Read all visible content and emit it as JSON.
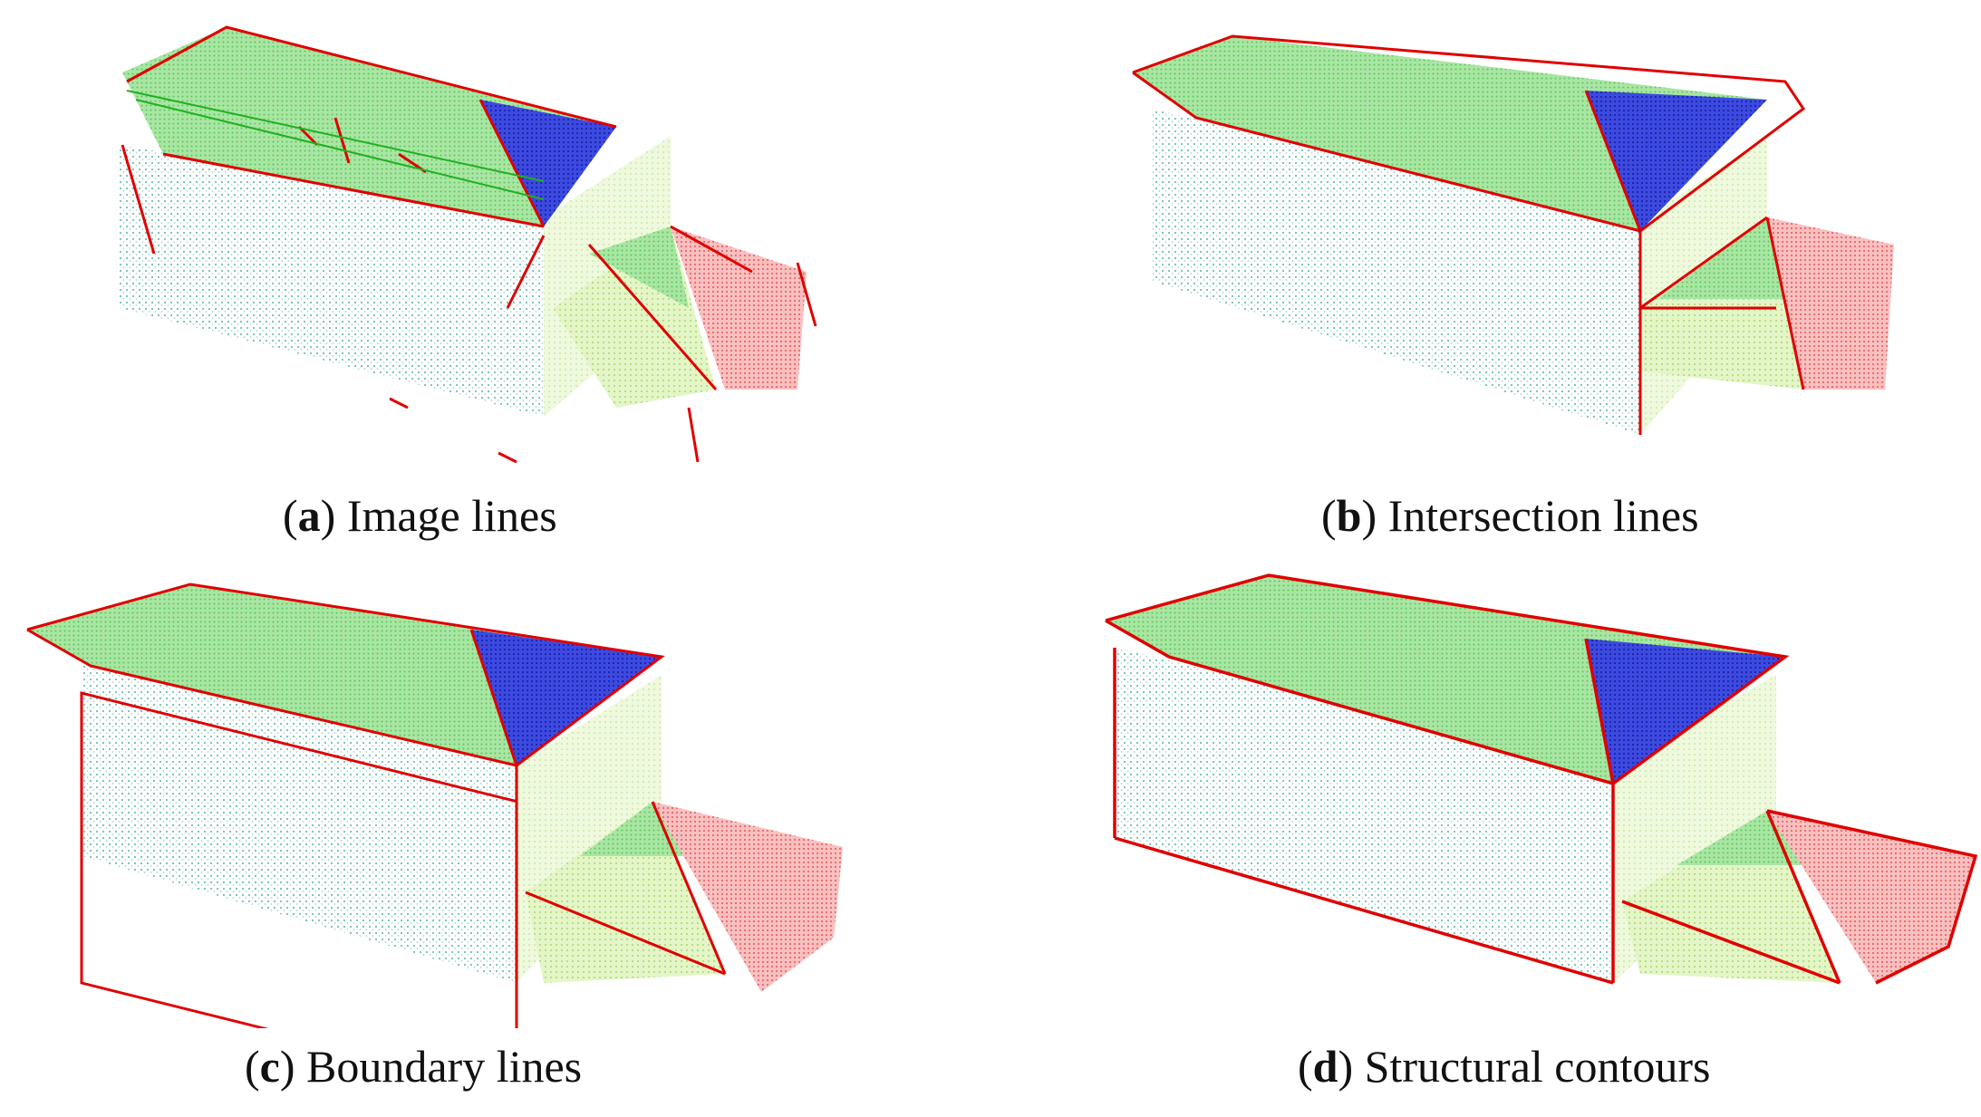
{
  "figure": {
    "panels": [
      {
        "letter": "a",
        "title": "Image lines"
      },
      {
        "letter": "b",
        "title": "Intersection lines"
      },
      {
        "letter": "c",
        "title": "Boundary lines"
      },
      {
        "letter": "d",
        "title": "Structural contours"
      }
    ],
    "colors": {
      "facade_points": "#4aa8a0",
      "roof_green": "#7fd87f",
      "roof_blue": "#2a35d0",
      "roof_red": "#f08080",
      "lines": "#e00000"
    }
  }
}
